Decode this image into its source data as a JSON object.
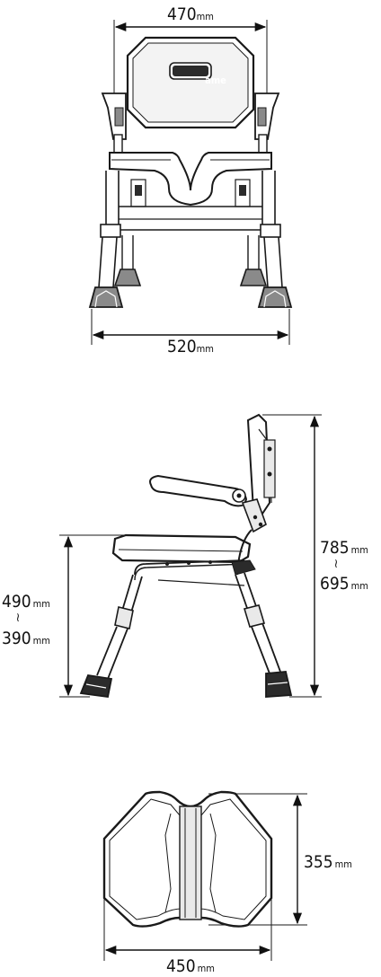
{
  "views": {
    "front": {
      "width_top": "470",
      "width_bottom": "520",
      "unit": "mm",
      "logo_text": "ame"
    },
    "side": {
      "height_max": "785",
      "height_min": "695",
      "seat_height_max": "490",
      "seat_height_min": "390",
      "unit": "mm",
      "range_symbol": "≀"
    },
    "top": {
      "depth": "355",
      "width": "450",
      "unit": "mm"
    }
  },
  "colors": {
    "line": "#1a1a1a",
    "fill_dark": "#2b2b2b",
    "fill_mid": "#8a8a8a",
    "fill_light": "#e9e9e9",
    "background": "#ffffff"
  }
}
